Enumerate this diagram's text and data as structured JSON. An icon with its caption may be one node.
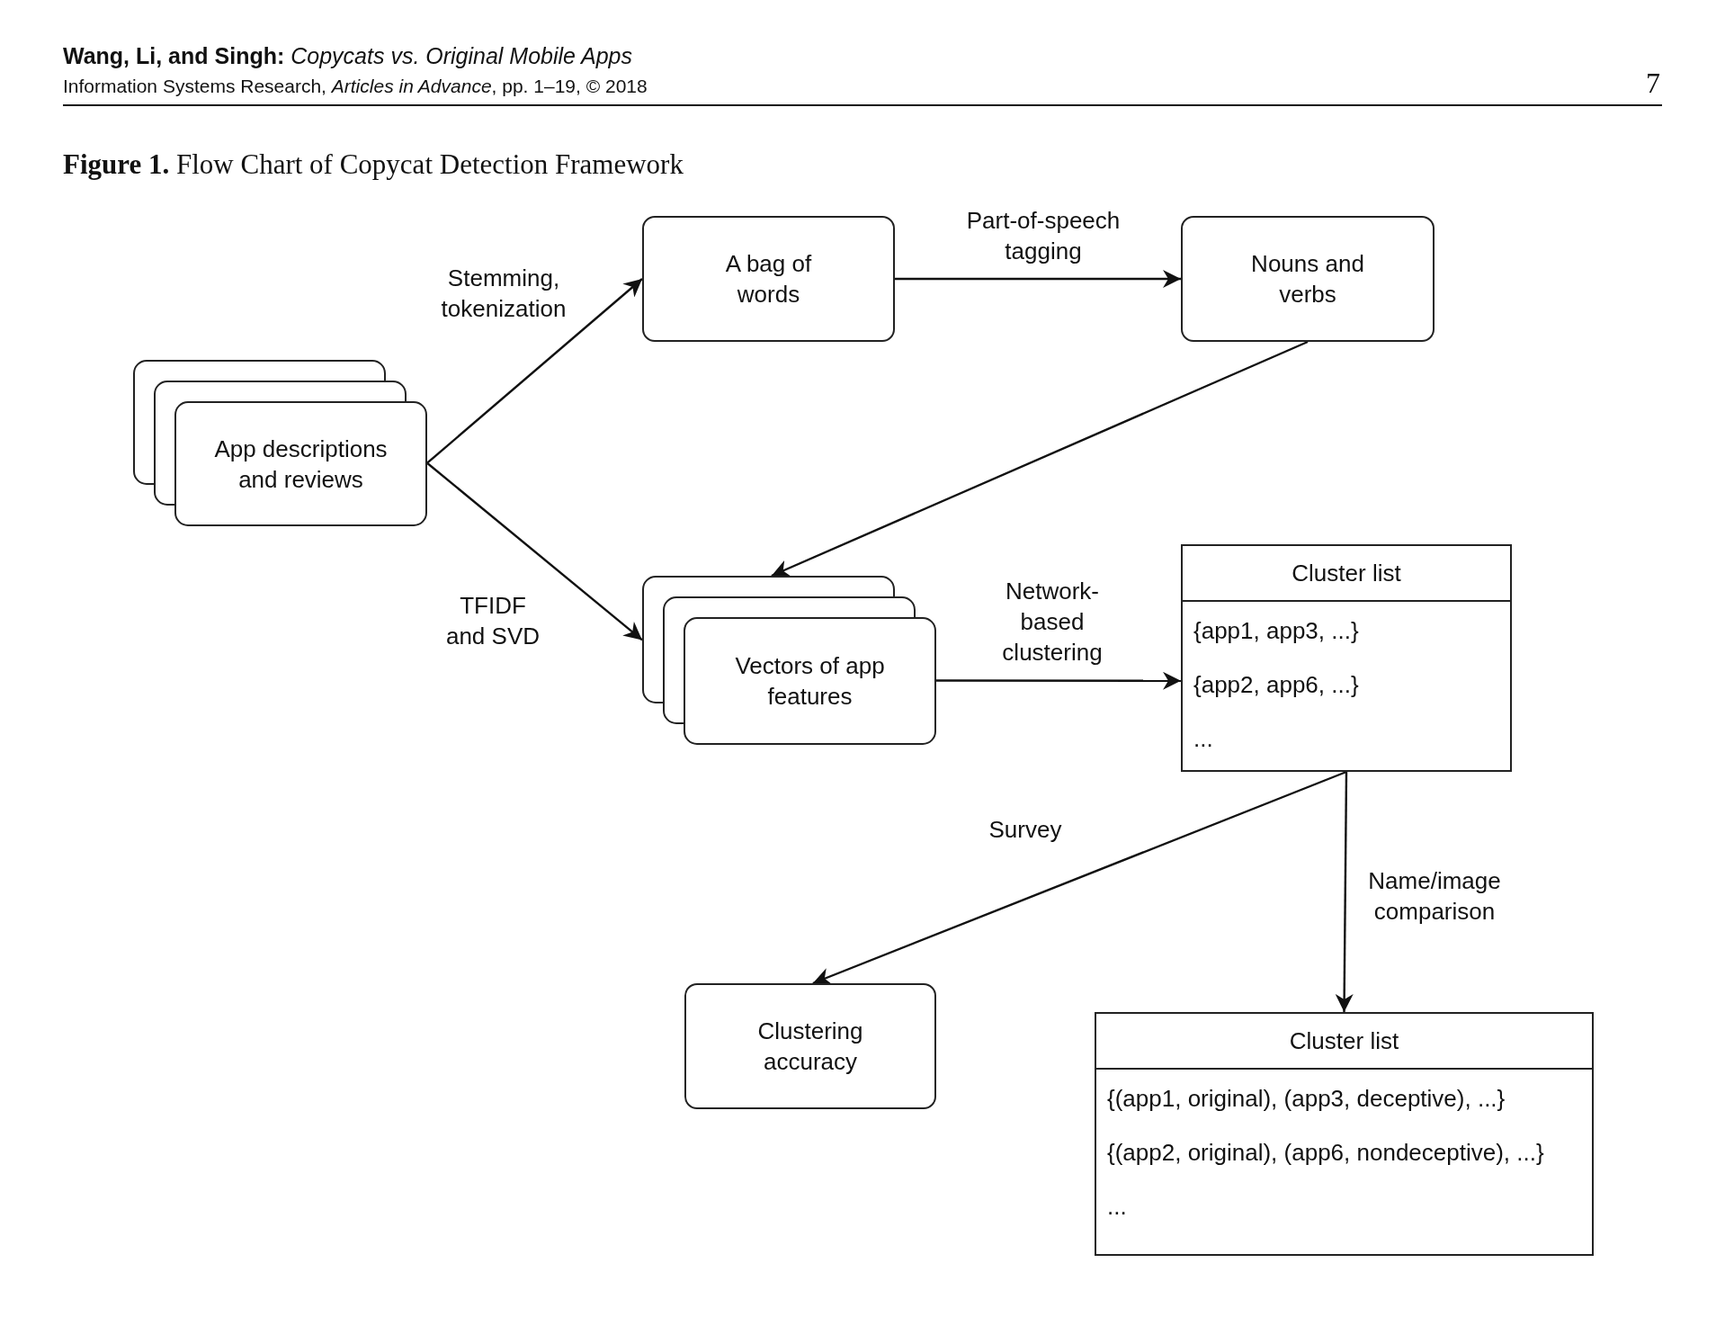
{
  "diagram": {
    "title": "**Figure 1.** Flow Chart of Copycat Detection Framework",
    "labels": [
      "**Wang, Li, and Singh:** *Copycats vs. Original Mobile Apps*",
      "Information Systems Research, *Articles in Advance*, pp. 1–19, © 2018",
      "7"
    ],
    "nodes": [
      {
        "text": [
          "App descriptions and reviews"
        ]
      },
      {
        "text": [
          "A bag of words"
        ]
      },
      {
        "text": [
          "Nouns and verbs"
        ]
      },
      {
        "text": [
          "Vectors of app features"
        ]
      },
      {
        "text": [
          "Cluster list",
          "{app1, app3, ...}",
          "{app2, app6, ...}",
          "..."
        ]
      },
      {
        "text": [
          "Clustering accuracy"
        ]
      },
      {
        "text": [
          "Cluster list",
          "{(app1, original), (app3, deceptive), ...}",
          "{(app2, original), (app6, nondeceptive), ...}",
          "..."
        ]
      }
    ],
    "edges": [
      {
        "from": 0,
        "to": 1,
        "arrow": "to",
        "label": "Stemming, tokenization"
      },
      {
        "from": 0,
        "to": 3,
        "arrow": "to",
        "label": "TFIDF and SVD"
      },
      {
        "from": 1,
        "to": 2,
        "arrow": "to",
        "label": "Part-of-speech tagging"
      },
      {
        "from": 2,
        "to": 3,
        "arrow": "to"
      },
      {
        "from": 3,
        "to": 4,
        "arrow": "to",
        "label": "Network-based clustering"
      },
      {
        "from": 4,
        "to": 5,
        "arrow": "to",
        "label": "Survey"
      },
      {
        "from": 4,
        "to": 6,
        "arrow": "to",
        "label": "Name/image comparison"
      }
    ]
  }
}
